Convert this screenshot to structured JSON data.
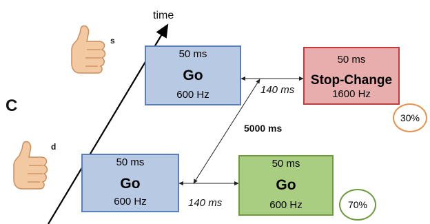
{
  "time_label": "time",
  "panel_label": "C",
  "hand_top_label": "s",
  "hand_bottom_label": "d",
  "iti_label": "5000 ms",
  "top_row": {
    "go_box": {
      "duration": "50 ms",
      "title": "Go",
      "freq": "600 Hz"
    },
    "interval": "140 ms",
    "stop_box": {
      "duration": "50 ms",
      "title": "Stop-Change",
      "freq": "1600 Hz"
    },
    "probability": "30%"
  },
  "bottom_row": {
    "go_box": {
      "duration": "50 ms",
      "title": "Go",
      "freq": "600 Hz"
    },
    "interval": "140 ms",
    "go2_box": {
      "duration": "50 ms",
      "title": "Go",
      "freq": "600 Hz"
    },
    "probability": "70%"
  },
  "colors": {
    "go_fill": "#b7c9e3",
    "go_border": "#5a7fb8",
    "stop_fill": "#e8aeae",
    "stop_border": "#c4393b",
    "go2_fill": "#a9cd81",
    "go2_border": "#6c9a3d",
    "pct30_border": "#e8914a",
    "pct70_border": "#6c9a3d"
  },
  "icons": {
    "hand": "thumbs-up-icon"
  }
}
